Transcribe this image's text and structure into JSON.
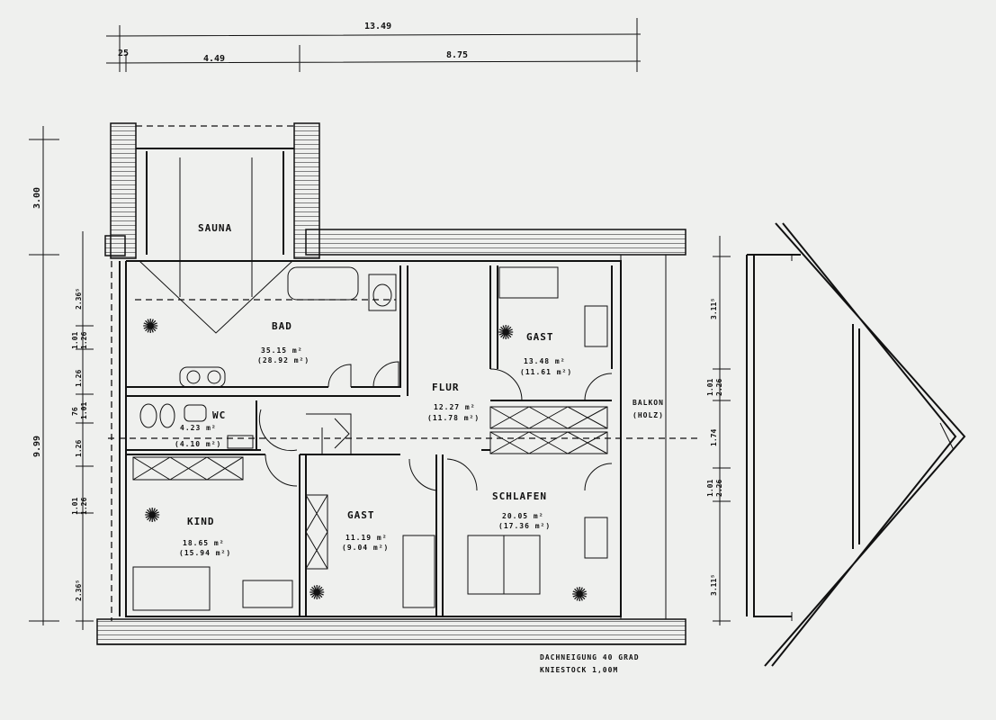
{
  "dimensions": {
    "top_total": "13.49",
    "top_small": "25",
    "top_left": "4.49",
    "top_right": "8.75",
    "left_upper": "3.00",
    "left_total": "9.99",
    "left_inner": [
      "2.36⁵",
      "1.01",
      "1.26",
      "1.26",
      "76",
      "1.01",
      "1.26",
      "1.01",
      "1.26",
      "2.36⁵"
    ],
    "section": [
      "3.11⁵",
      "1.01",
      "2.26",
      "1.74",
      "1.01",
      "2.26",
      "3.11⁵"
    ]
  },
  "rooms": {
    "sauna": {
      "name": "SAUNA"
    },
    "bad": {
      "name": "BAD",
      "area": "35.15 m²",
      "net": "(28.92 m²)"
    },
    "wc": {
      "name": "WC",
      "area": "4.23 m²",
      "net": "(4.10 m²)"
    },
    "flur": {
      "name": "FLUR",
      "area": "12.27 m²",
      "net": "(11.78 m²)"
    },
    "gast1": {
      "name": "GAST",
      "area": "13.48 m²",
      "net": "(11.61 m²)"
    },
    "kind": {
      "name": "KIND",
      "area": "18.65 m²",
      "net": "(15.94 m²)"
    },
    "gast2": {
      "name": "GAST",
      "area": "11.19 m²",
      "net": "(9.04 m²)"
    },
    "schlafen": {
      "name": "SCHLAFEN",
      "area": "20.05 m²",
      "net": "(17.36 m²)"
    },
    "balkon": {
      "name": "BALKON",
      "sub": "(HOLZ)"
    }
  },
  "notes": {
    "line1": "DACHNEIGUNG 40 GRAD",
    "line2": "KNIESTOCK 1,00M"
  }
}
